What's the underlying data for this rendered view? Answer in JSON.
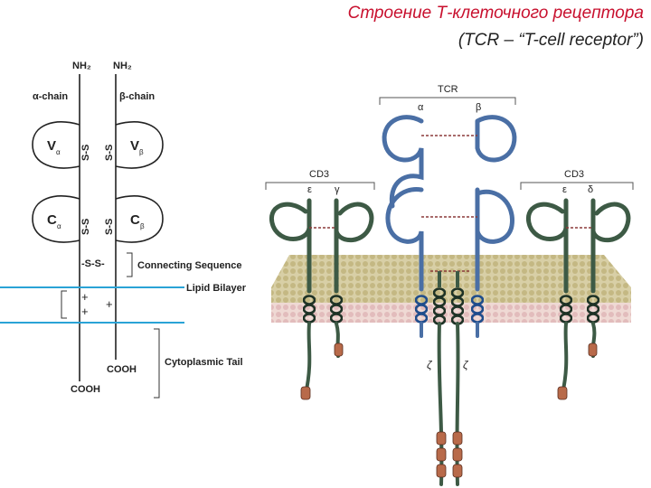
{
  "title": {
    "main": "Строение Т-клеточного рецептора",
    "sub": "(TCR – “T-cell receptor”)"
  },
  "left_diagram": {
    "nh2_left": "NH₂",
    "nh2_right": "NH₂",
    "alpha_chain": "α-chain",
    "beta_chain": "β-chain",
    "v_alpha": "V",
    "v_alpha_sub": "α",
    "v_beta": "V",
    "v_beta_sub": "β",
    "c_alpha": "C",
    "c_alpha_sub": "α",
    "c_beta": "C",
    "c_beta_sub": "β",
    "ss_bond": "S-S",
    "connecting_ss": "-S-S-",
    "connecting_sequence": "Connecting Sequence",
    "lipid_bilayer": "Lipid Bilayer",
    "plus": "+",
    "cytoplasmic_tail": "Cytoplasmic Tail",
    "cooh_beta": "COOH",
    "cooh_alpha": "COOH"
  },
  "right_diagram": {
    "tcr": "TCR",
    "tcr_alpha": "α",
    "tcr_beta": "β",
    "cd3_left": "CD3",
    "cd3_left_epsilon": "ε",
    "cd3_left_gamma": "γ",
    "cd3_right": "CD3",
    "cd3_right_epsilon": "ε",
    "cd3_right_delta": "δ",
    "zeta_1": "ζ",
    "zeta_2": "ζ"
  },
  "colors": {
    "title_red": "#c8102e",
    "membrane_blue": "#2aa3d6",
    "tcr_blue": "#4a6fa5",
    "cd3_green": "#3d5a45",
    "bilayer_tan": "#cfc494",
    "bilayer_pink": "#e8c8c8",
    "phospho_brown": "#b86a4a"
  }
}
